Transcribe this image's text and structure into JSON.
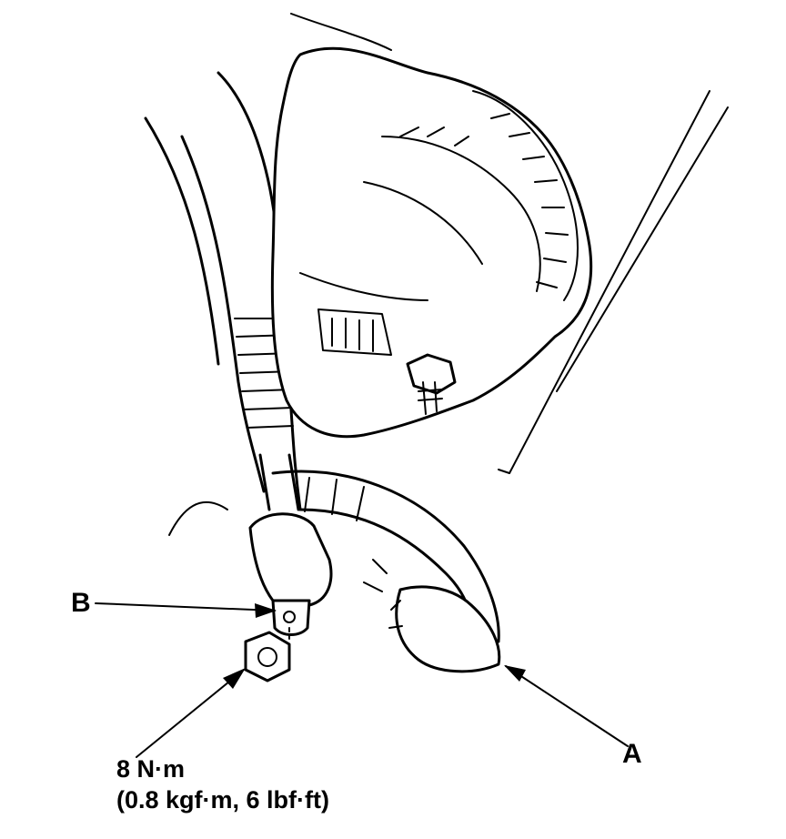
{
  "callouts": {
    "a": "A",
    "b": "B"
  },
  "torque": {
    "line1": "8 N·m",
    "line2": "(0.8 kgf·m, 6 lbf·ft)"
  }
}
